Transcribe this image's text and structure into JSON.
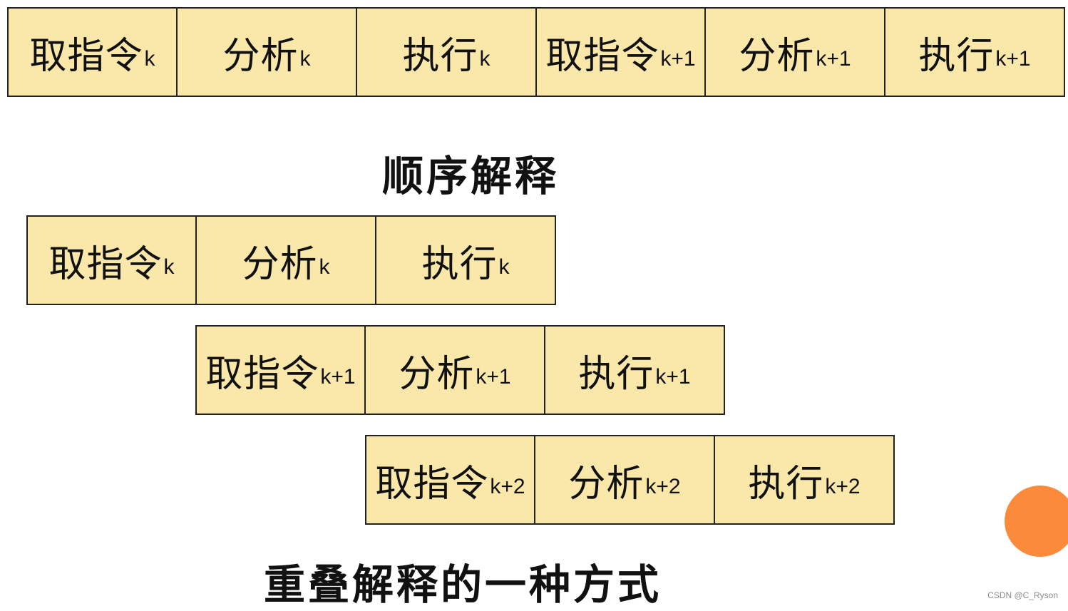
{
  "sequential": {
    "caption": "顺序解释",
    "stages": [
      {
        "main": "取指令",
        "sub": "k"
      },
      {
        "main": "分析",
        "sub": "k"
      },
      {
        "main": "执行",
        "sub": "k"
      },
      {
        "main": "取指令",
        "sub": "k+1"
      },
      {
        "main": "分析",
        "sub": "k+1"
      },
      {
        "main": "执行",
        "sub": "k+1"
      }
    ]
  },
  "overlapped": {
    "caption": "重叠解释的一种方式",
    "rows": [
      [
        {
          "main": "取指令",
          "sub": "k"
        },
        {
          "main": "分析",
          "sub": "k"
        },
        {
          "main": "执行",
          "sub": "k"
        }
      ],
      [
        {
          "main": "取指令",
          "sub": "k+1"
        },
        {
          "main": "分析",
          "sub": "k+1"
        },
        {
          "main": "执行",
          "sub": "k+1"
        }
      ],
      [
        {
          "main": "取指令",
          "sub": "k+2"
        },
        {
          "main": "分析",
          "sub": "k+2"
        },
        {
          "main": "执行",
          "sub": "k+2"
        }
      ]
    ]
  },
  "colors": {
    "cell_fill": "#f9e8a9",
    "border": "#222222",
    "accent_circle": "#fb8a3a"
  },
  "watermark": "CSDN @C_Ryson"
}
